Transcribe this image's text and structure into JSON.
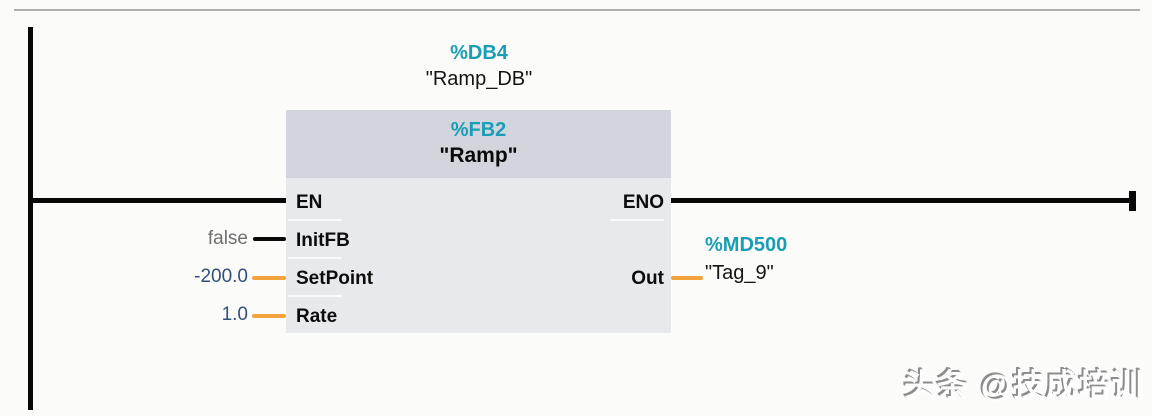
{
  "network": {
    "instance": {
      "address": "%DB4",
      "name": "\"Ramp_DB\""
    },
    "block": {
      "address": "%FB2",
      "title": "\"Ramp\"",
      "pins": {
        "en": "EN",
        "eno": "ENO",
        "initfb": "InitFB",
        "setpoint": "SetPoint",
        "rate": "Rate",
        "out": "Out"
      },
      "operands": {
        "initfb_value": "false",
        "setpoint_value": "-200.0",
        "rate_value": "1.0",
        "out_address": "%MD500",
        "out_name": "\"Tag_9\""
      }
    },
    "colors": {
      "address_teal": "#1a9db6",
      "operand_blue": "#31507e",
      "bool_operand_gray": "#6f6f70",
      "wire_black": "#070707",
      "wire_orange": "#f2a33c",
      "block_header_bg": "#d2d5dc",
      "block_body_bg": "#e8e9ed",
      "page_bg": "#fbfbfa"
    }
  },
  "watermark": {
    "text": "头条 @技成培训"
  }
}
